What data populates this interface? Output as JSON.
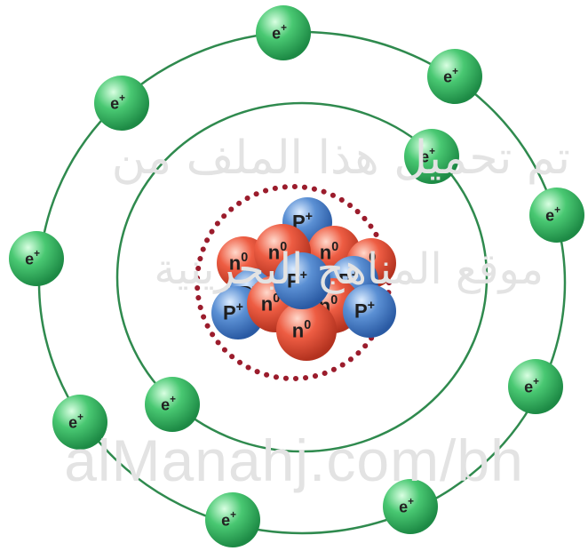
{
  "watermark": {
    "line1": "تم تحميل هذا الملف من",
    "line2": "موقع المناهج البحرينية",
    "url": "alManahj.com/bh"
  },
  "labels": {
    "electron": "e",
    "electron_sup": "+",
    "proton": "P",
    "proton_sup": "+",
    "neutron": "n",
    "neutron_sup": "0"
  },
  "colors": {
    "orbit": "#2f8a4e",
    "electron": "#3fc46a",
    "proton": "#4f86cd",
    "neutron": "#e8553e",
    "nucleus_boundary": "#9b1c2c"
  }
}
